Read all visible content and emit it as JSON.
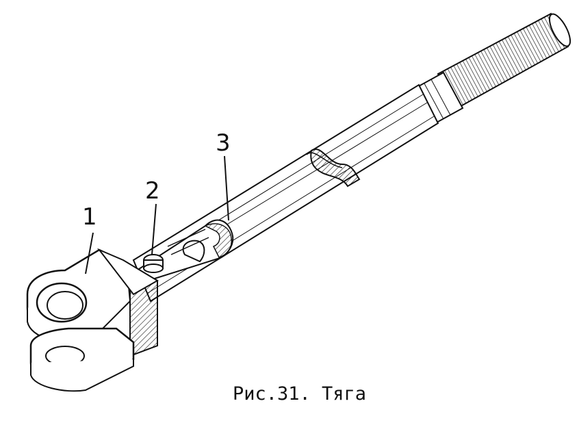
{
  "figure": {
    "callouts": {
      "part1": "1",
      "part2": "2",
      "part3": "3"
    },
    "caption": "Рис.31. Тяга"
  },
  "colors": {
    "ink": "#111111",
    "paper": "#ffffff"
  }
}
